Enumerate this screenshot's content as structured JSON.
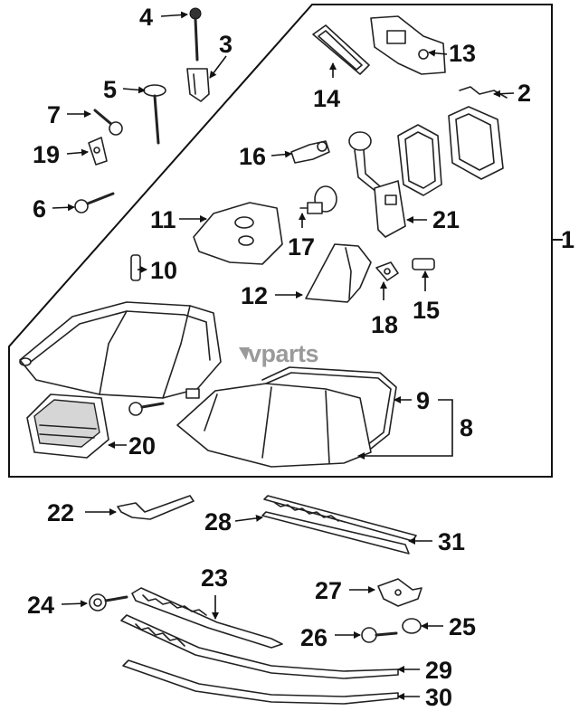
{
  "watermark": "vparts",
  "callouts": {
    "c1": "1",
    "c2": "2",
    "c3": "3",
    "c4": "4",
    "c5": "5",
    "c6": "6",
    "c7": "7",
    "c8": "8",
    "c9": "9",
    "c10": "10",
    "c11": "11",
    "c12": "12",
    "c13": "13",
    "c14": "14",
    "c15": "15",
    "c16": "16",
    "c17": "17",
    "c18": "18",
    "c19": "19",
    "c20": "20",
    "c21": "21",
    "c22": "22",
    "c23": "23",
    "c24": "24",
    "c25": "25",
    "c26": "26",
    "c27": "27",
    "c28": "28",
    "c29": "29",
    "c30": "30",
    "c31": "31"
  }
}
